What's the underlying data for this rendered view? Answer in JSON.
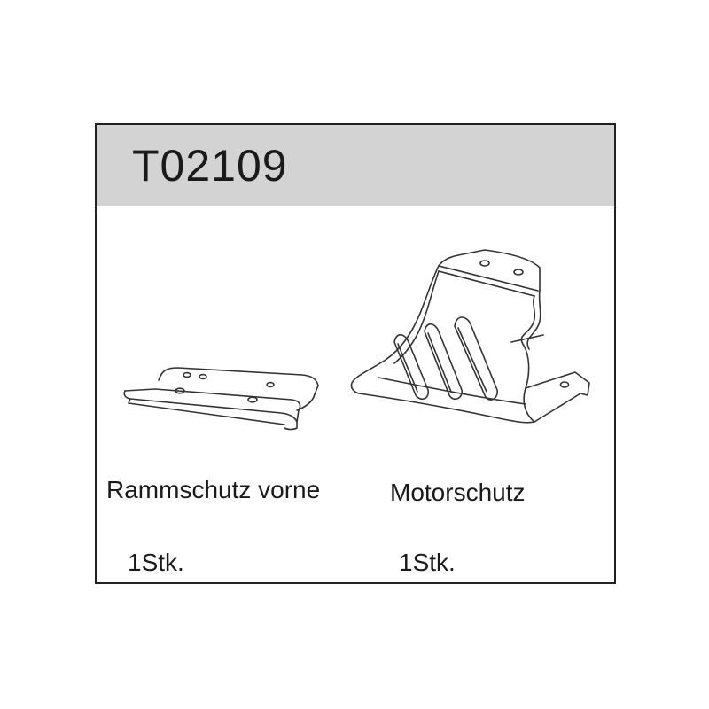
{
  "header": {
    "part_number": "T02109",
    "background": "#d3d3d3"
  },
  "items": [
    {
      "name": "Rammschutz vorne",
      "quantity": "1Stk.",
      "icon": "front-bumper-plate-drawing"
    },
    {
      "name": "Motorschutz",
      "quantity": "1Stk.",
      "icon": "motor-guard-drawing"
    }
  ]
}
